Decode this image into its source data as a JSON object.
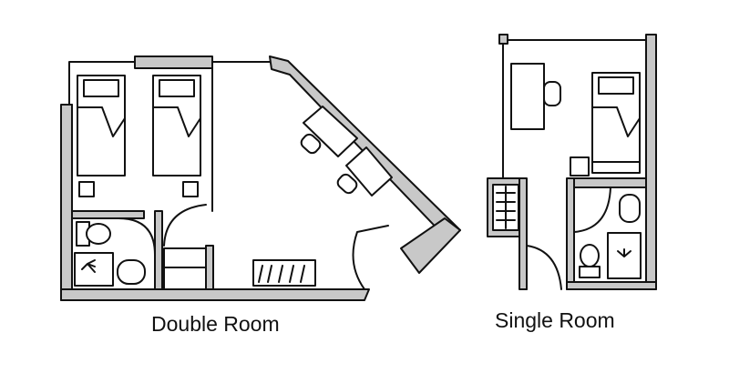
{
  "rooms": [
    {
      "id": "double",
      "label": "Double Room"
    },
    {
      "id": "single",
      "label": "Single Room"
    }
  ],
  "colors": {
    "wall_fill": "#c8c8c8",
    "line": "#111111",
    "background": "#ffffff"
  }
}
